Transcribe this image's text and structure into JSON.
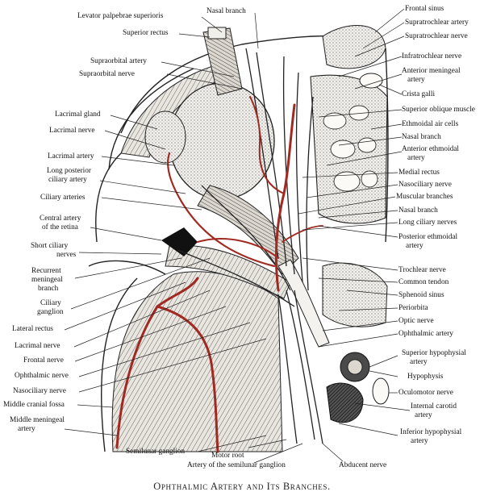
{
  "caption": "Ophthalmic Artery and Its Branches.",
  "colors": {
    "artery": "#a02a22",
    "ink": "#1a1a1a",
    "paper": "#ffffff"
  },
  "labels": {
    "levator_palpebrae_superioris": "Levator palpebrae superioris",
    "nasal_branch_top": "Nasal branch",
    "superior_rectus": "Superior rectus",
    "supraorbital_artery": "Supraorbital artery",
    "supraorbital_nerve": "Supraorbital nerve",
    "lacrimal_gland": "Lacrimal gland",
    "lacrimal_nerve_upper": "Lacrimal nerve",
    "lacrimal_artery": "Lacrimal artery",
    "long_posterior_ciliary_artery_1": "Long posterior",
    "long_posterior_ciliary_artery_2": "ciliary artery",
    "ciliary_arteries": "Ciliary arteries",
    "central_artery_retina_1": "Central artery",
    "central_artery_retina_2": "of the retina",
    "short_ciliary_nerves_1": "Short ciliary",
    "short_ciliary_nerves_2": "nerves",
    "recurrent_meningeal_branch_1": "Recurrent",
    "recurrent_meningeal_branch_2": "meningeal",
    "recurrent_meningeal_branch_3": "branch",
    "ciliary_ganglion_1": "Ciliary",
    "ciliary_ganglion_2": "ganglion",
    "lateral_rectus": "Lateral rectus",
    "lacrimal_nerve_lower": "Lacrimal nerve",
    "frontal_nerve": "Frontal nerve",
    "ophthalmic_nerve": "Ophthalmic nerve",
    "nasociliary_nerve_left": "Nasociliary nerve",
    "middle_cranial_fossa": "Middle cranial fossa",
    "middle_meningeal_artery_1": "Middle meningeal",
    "middle_meningeal_artery_2": "artery",
    "semilunar_ganglion": "Semilunar ganglion",
    "motor_root": "Motor root",
    "artery_semilunar_ganglion": "Artery of the semilunar ganglion",
    "abducent_nerve": "Abducent nerve",
    "frontal_sinus": "Frontal sinus",
    "supratrochlear_artery": "Supratrochlear artery",
    "supratrochlear_nerve": "Supratrochlear nerve",
    "infratrochlear_nerve": "Infratrochlear nerve",
    "anterior_meningeal_artery_1": "Anterior meningeal",
    "anterior_meningeal_artery_2": "artery",
    "crista_galli": "Crista galli",
    "superior_oblique_muscle": "Superior oblique muscle",
    "ethmoidal_air_cells": "Ethmoidal air cells",
    "nasal_branch_right_upper": "Nasal branch",
    "anterior_ethmoidal_artery_1": "Anterior ethmoidal",
    "anterior_ethmoidal_artery_2": "artery",
    "medial_rectus": "Medial rectus",
    "nasociliary_nerve_right": "Nasociliary nerve",
    "muscular_branches": "Muscular branches",
    "nasal_branch_right_lower": "Nasal branch",
    "long_ciliary_nerves": "Long ciliary nerves",
    "posterior_ethmoidal_artery_1": "Posterior ethmoidal",
    "posterior_ethmoidal_artery_2": "artery",
    "trochlear_nerve": "Trochlear nerve",
    "common_tendon": "Common tendon",
    "sphenoid_sinus": "Sphenoid sinus",
    "periorbita": "Periorbita",
    "optic_nerve": "Optic nerve",
    "ophthalmic_artery": "Ophthalmic artery",
    "superior_hypophysial_artery_1": "Superior hypophysial",
    "superior_hypophysial_artery_2": "artery",
    "hypophysis": "Hypophysis",
    "oculomotor_nerve": "Oculomotor nerve",
    "internal_carotid_artery_1": "Internal carotid",
    "internal_carotid_artery_2": "artery",
    "inferior_hypophysial_artery_1": "Inferior hypophysial",
    "inferior_hypophysial_artery_2": "artery"
  }
}
